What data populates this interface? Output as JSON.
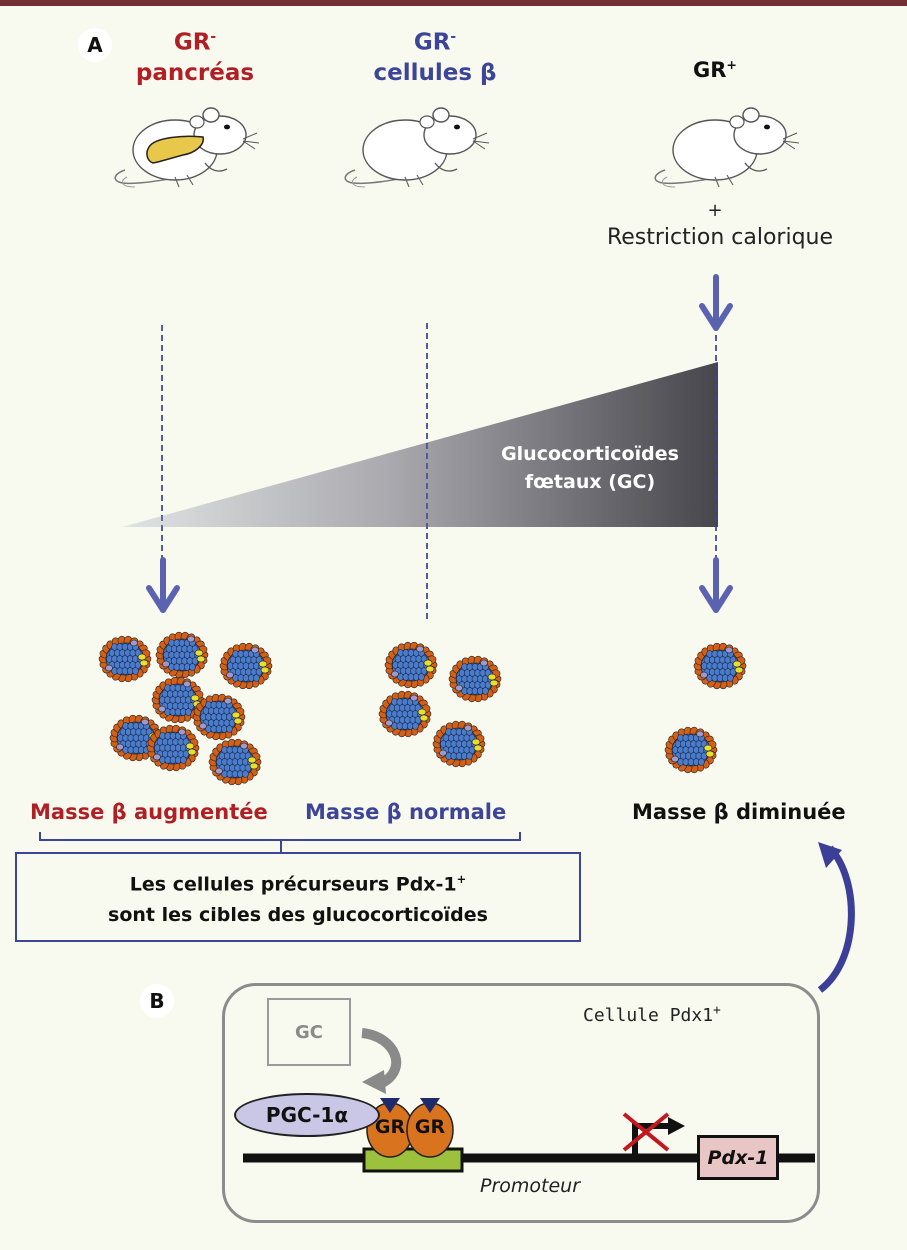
{
  "panel_a": {
    "badge": "A",
    "groups": [
      {
        "title": "GR",
        "title_sup": "-",
        "subtitle": "pancréas",
        "color": "#b01f24"
      },
      {
        "title": "GR",
        "title_sup": "-",
        "subtitle": "cellules β",
        "color": "#3c4597"
      },
      {
        "title": "GR",
        "title_sup": "+",
        "subtitle": "",
        "color": "#111111"
      }
    ],
    "plus_sign": "+",
    "condition": "Restriction calorique",
    "gradient_label_line1": "Glucocorticoïdes",
    "gradient_label_line2": "fœtaux (GC)",
    "outcomes": [
      {
        "label": "Masse β augmentée",
        "color": "#b01f24",
        "islet_count": 8
      },
      {
        "label": "Masse β normale",
        "color": "#3c4597",
        "islet_count": 4
      },
      {
        "label": "Masse β diminuée",
        "color": "#111111",
        "islet_count": 2
      }
    ],
    "conclusion_line1": "Les cellules précurseurs Pdx-1",
    "conclusion_sup": "+",
    "conclusion_line2": "sont les cibles  des glucocorticoïdes"
  },
  "panel_b": {
    "badge": "B",
    "cell_label": "Cellule  Pdx1",
    "cell_label_sup": "+",
    "gc_box": "GC",
    "coactivator": "PGC-1α",
    "receptor_1": "GR",
    "receptor_2": "GR",
    "promoter_label": "Promoteur",
    "gene_label": "Pdx-1"
  },
  "colors": {
    "background": "#f9faef",
    "top_bar": "#742f34",
    "arrow_blue": "#5b62b0",
    "dash_blue": "#3c4597",
    "islet_outer": "#d45f16",
    "islet_inner": "#4a7cc9",
    "islet_yellow": "#e8e02a",
    "islet_lilac": "#9c9ad0",
    "gr_orange": "#d9731e",
    "promoter_green": "#9cc13c",
    "inhibit_red": "#c0191f"
  }
}
